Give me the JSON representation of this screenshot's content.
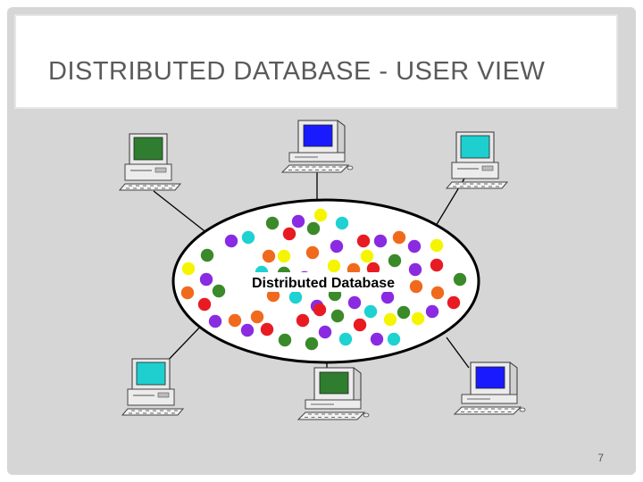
{
  "slide": {
    "title": "DISTRIBUTED DATABASE - USER VIEW",
    "page_number": "7"
  },
  "diagram": {
    "center_label": "Distributed Database",
    "colors": {
      "ellipse_fill": "#ffffff",
      "ellipse_stroke": "#000000",
      "green_screen": "#2f7d2f",
      "blue_screen": "#1a1aff",
      "cyan_screen": "#1ecfcf",
      "dot_green": "#3a8a2a",
      "dot_purple": "#8a2be2",
      "dot_cyan": "#1ed2d2",
      "dot_yellow": "#f5f500",
      "dot_red": "#e81b23",
      "dot_orange": "#f06a1e"
    },
    "computers": [
      {
        "name": "computer-top-left",
        "screen": "green",
        "style": "tower"
      },
      {
        "name": "computer-top-center",
        "screen": "blue",
        "style": "desktop"
      },
      {
        "name": "computer-top-right",
        "screen": "cyan",
        "style": "tower"
      },
      {
        "name": "computer-bottom-left",
        "screen": "cyan",
        "style": "tower"
      },
      {
        "name": "computer-bottom-center",
        "screen": "green",
        "style": "desktop"
      },
      {
        "name": "computer-bottom-right",
        "screen": "blue",
        "style": "desktop"
      }
    ]
  }
}
